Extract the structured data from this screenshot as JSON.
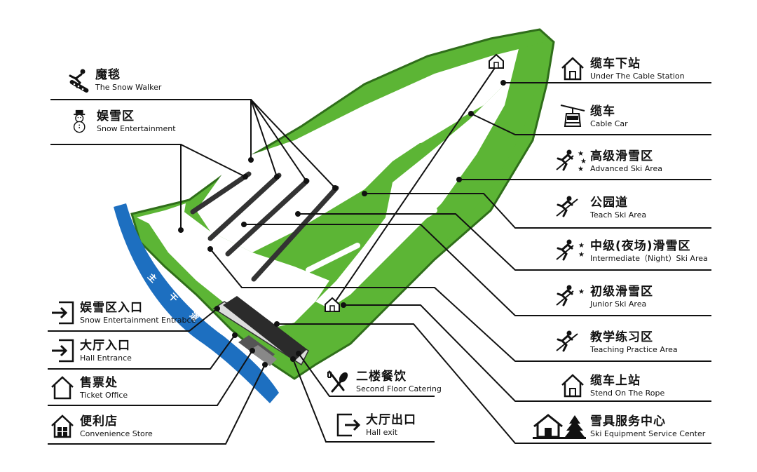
{
  "colors": {
    "slope": "#5cb535",
    "path": "#ffffff",
    "outline": "#333333",
    "road": "#1d6fc0",
    "building": "#2b2b2b",
    "line": "#111111"
  },
  "road_label": [
    "主",
    "干",
    "道"
  ],
  "left_legend": [
    {
      "icon": "snow-walker-icon",
      "zh": "魔毯",
      "en": "The Snow Walker"
    },
    {
      "icon": "snowman-icon",
      "zh": "娱雪区",
      "en": "Snow Entertainment"
    },
    {
      "icon": "entrance-icon",
      "zh": "娱雪区入口",
      "en": "Snow Entertainment Entrabce"
    },
    {
      "icon": "entrance-icon",
      "zh": "大厅入口",
      "en": "Hall Entrance"
    },
    {
      "icon": "house-icon",
      "zh": "售票处",
      "en": "Ticket Office"
    },
    {
      "icon": "store-icon",
      "zh": "便利店",
      "en": "Convenience Store"
    }
  ],
  "center_legend": [
    {
      "icon": "catering-icon",
      "zh": "二楼餐饮",
      "en": "Second Floor Catering"
    },
    {
      "icon": "exit-icon",
      "zh": "大厅出口",
      "en": "Hall exit"
    }
  ],
  "right_legend": [
    {
      "icon": "house-icon",
      "zh": "缆车下站",
      "en": "Under The Cable Station"
    },
    {
      "icon": "cable-car-icon",
      "zh": "缆车",
      "en": "Cable Car"
    },
    {
      "icon": "skier-three-stars-icon",
      "zh": "高级滑雪区",
      "en": "Advanced Ski Area"
    },
    {
      "icon": "skier-icon",
      "zh": "公园道",
      "en": "Teach Ski Area"
    },
    {
      "icon": "skier-two-stars-icon",
      "zh": "中级(夜场)滑雪区",
      "en": "Intermediate（Night）Ski Area"
    },
    {
      "icon": "skier-one-star-icon",
      "zh": "初级滑雪区",
      "en": "Junior Ski Area"
    },
    {
      "icon": "skier-icon",
      "zh": "教学练习区",
      "en": "Teaching Practice Area"
    },
    {
      "icon": "house-icon",
      "zh": "缆车上站",
      "en": "Stend On The Rope"
    },
    {
      "icon": "service-center-icon",
      "zh": "雪具服务中心",
      "en": "Ski Equipment Service Center"
    }
  ]
}
